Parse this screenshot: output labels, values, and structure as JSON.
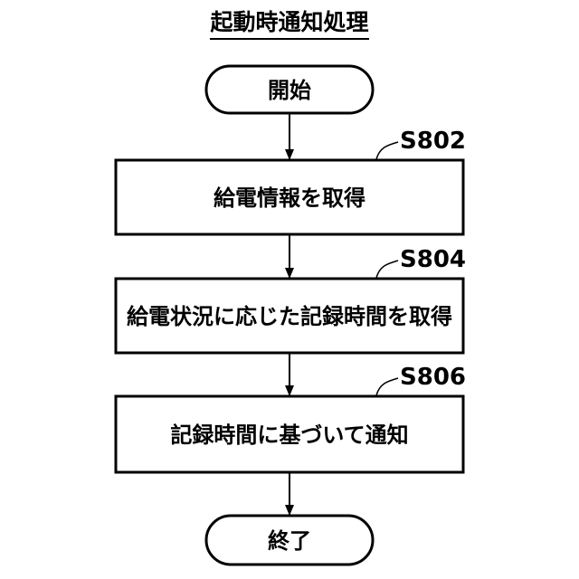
{
  "title": "起動時通知処理",
  "start": {
    "label": "開始"
  },
  "end": {
    "label": "終了"
  },
  "steps": [
    {
      "id": "S802",
      "label": "給電情報を取得"
    },
    {
      "id": "S804",
      "label": "給電状況に応じた記録時間を取得"
    },
    {
      "id": "S806",
      "label": "記録時間に基づいて通知"
    }
  ],
  "colors": {
    "stroke": "#000000",
    "background": "#ffffff"
  }
}
